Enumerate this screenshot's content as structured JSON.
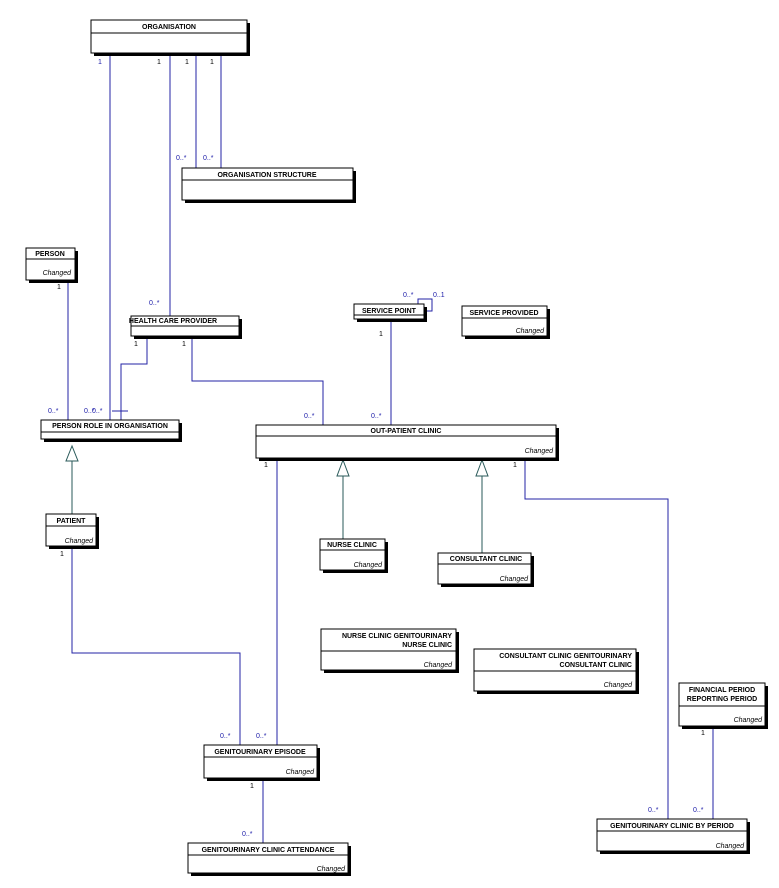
{
  "entities": {
    "organisation": {
      "title": [
        "ORGANISATION"
      ],
      "status": ""
    },
    "organisation_structure": {
      "title": [
        "ORGANISATION STRUCTURE"
      ],
      "status": ""
    },
    "person": {
      "title": [
        "PERSON"
      ],
      "status": "Changed"
    },
    "health_care_provider": {
      "title": [
        "HEALTH CARE PROVIDER"
      ],
      "status": ""
    },
    "service_point": {
      "title": [
        "SERVICE POINT"
      ],
      "status": ""
    },
    "service_provided": {
      "title": [
        "SERVICE PROVIDED"
      ],
      "status": "Changed"
    },
    "person_role": {
      "title": [
        "PERSON ROLE IN ORGANISATION"
      ],
      "status": ""
    },
    "outpatient_clinic": {
      "title": [
        "OUT-PATIENT CLINIC"
      ],
      "status": "Changed"
    },
    "patient": {
      "title": [
        "PATIENT"
      ],
      "status": "Changed"
    },
    "nurse_clinic": {
      "title": [
        "NURSE CLINIC"
      ],
      "status": "Changed"
    },
    "consultant_clinic": {
      "title": [
        "CONSULTANT CLINIC"
      ],
      "status": "Changed"
    },
    "nurse_clinic_gu": {
      "title": [
        "NURSE CLINIC GENITOURINARY",
        "NURSE CLINIC"
      ],
      "status": "Changed"
    },
    "consultant_clinic_gu": {
      "title": [
        "CONSULTANT CLINIC GENITOURINARY",
        "CONSULTANT CLINIC"
      ],
      "status": "Changed"
    },
    "financial_period": {
      "title": [
        "FINANCIAL PERIOD",
        "REPORTING PERIOD"
      ],
      "status": "Changed"
    },
    "gu_episode": {
      "title": [
        "GENITOURINARY EPISODE"
      ],
      "status": "Changed"
    },
    "gu_clinic_by_period": {
      "title": [
        "GENITOURINARY CLINIC BY PERIOD"
      ],
      "status": "Changed"
    },
    "gu_clinic_attendance": {
      "title": [
        "GENITOURINARY CLINIC ATTENDANCE"
      ],
      "status": "Changed"
    }
  },
  "multiplicities": {
    "org_role_one": "1",
    "org_hcp_one": "1",
    "org_struct_one_a": "1",
    "org_struct_one_b": "1",
    "org_struct_many_a": "0..*",
    "org_struct_many_b": "0..*",
    "hcp_many": "0..*",
    "person_one": "1",
    "role_many_person": "0..*",
    "role_many_org": "0..*",
    "role_many_hcp": "0..*",
    "hcp_one_role": "1",
    "hcp_one_opc": "1",
    "opc_many_hcp": "0..*",
    "sp_self_many": "0..*",
    "sp_self_opt": "0..1",
    "sp_one": "1",
    "opc_many_sp": "0..*",
    "opc_one_episode": "1",
    "opc_one_period": "1",
    "patient_one": "1",
    "episode_many_patient": "0..*",
    "episode_many_opc": "0..*",
    "episode_one": "1",
    "attendance_many": "0..*",
    "period_many_opc": "0..*",
    "period_many_fin": "0..*",
    "fin_one": "1"
  }
}
